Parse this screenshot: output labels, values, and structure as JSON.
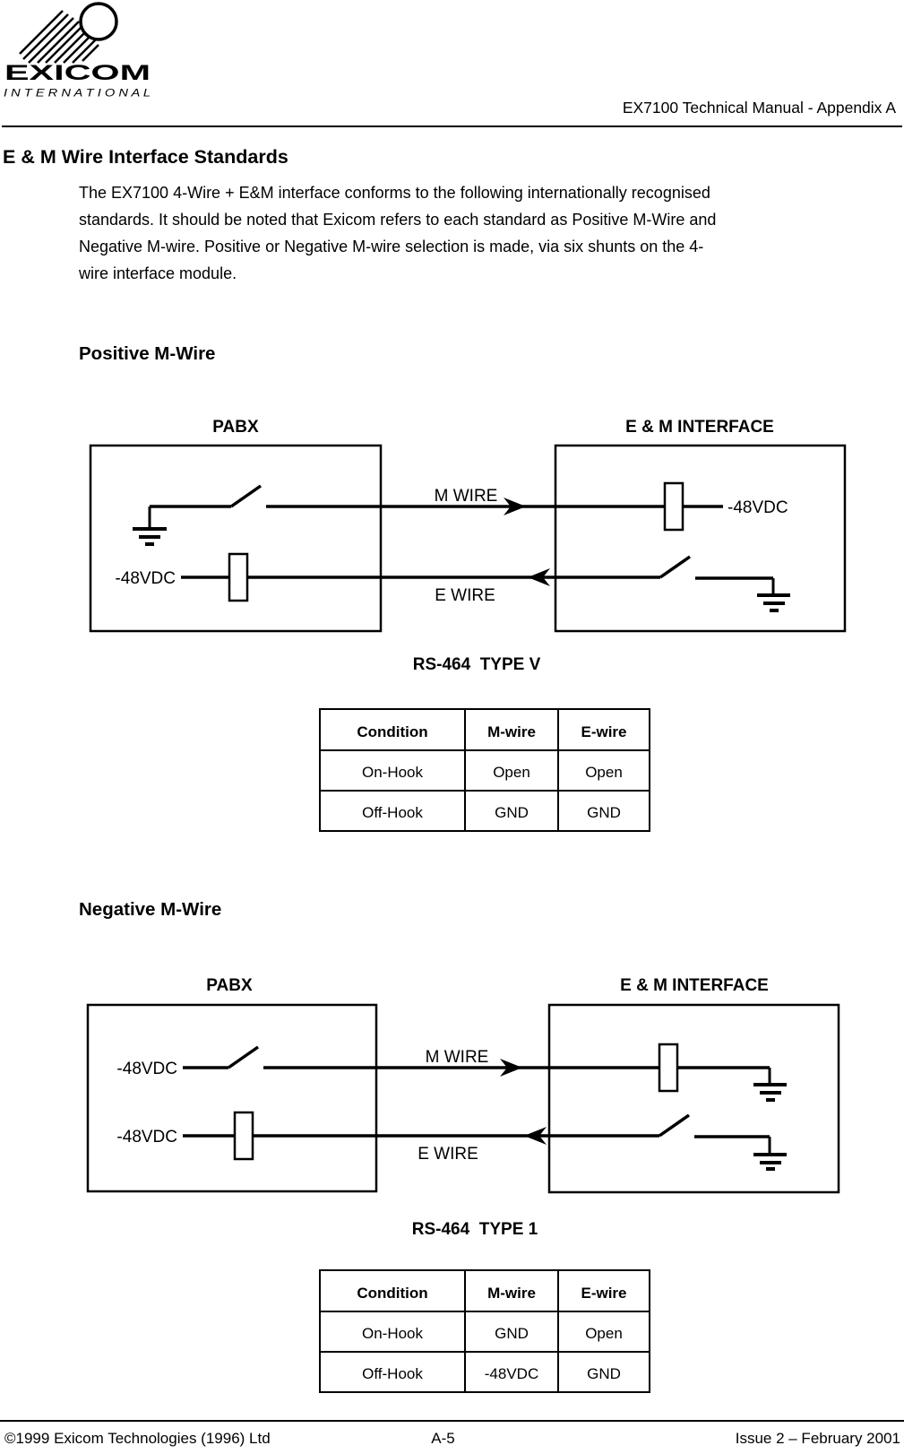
{
  "header": {
    "logo": {
      "name": "EXICOM",
      "subtitle": "I N T E R N A T I O N A L"
    },
    "doc_title": "EX7100 Technical Manual - Appendix A"
  },
  "intro": {
    "heading": "E & M Wire Interface Standards",
    "lines": [
      "The EX7100 4-Wire + E&M interface conforms to the following internationally recognised",
      "standards. It should be noted that Exicom refers to each standard as Positive M-Wire and",
      "Negative M-wire. Positive or Negative M-wire selection is made, via six shunts on the 4-",
      "wire interface module."
    ]
  },
  "positive": {
    "heading": "Positive M-Wire",
    "diagram": {
      "pabx_label": "PABX",
      "interface_label": "E & M INTERFACE",
      "m_wire_label": "M WIRE",
      "e_wire_label": "E WIRE",
      "pabx_supply": "-48VDC",
      "interface_supply": "-48VDC",
      "caption": "RS-464  TYPE V"
    },
    "table": {
      "headers": [
        "Condition",
        "M-wire",
        "E-wire"
      ],
      "rows": [
        [
          "On-Hook",
          "Open",
          "Open"
        ],
        [
          "Off-Hook",
          "GND",
          "GND"
        ]
      ]
    }
  },
  "negative": {
    "heading": "Negative M-Wire",
    "diagram": {
      "pabx_label": "PABX",
      "interface_label": "E & M INTERFACE",
      "m_wire_label": "M WIRE",
      "e_wire_label": "E WIRE",
      "pabx_m_supply": "-48VDC",
      "pabx_e_supply": "-48VDC",
      "caption": "RS-464  TYPE 1"
    },
    "table": {
      "headers": [
        "Condition",
        "M-wire",
        "E-wire"
      ],
      "rows": [
        [
          "On-Hook",
          "GND",
          "Open"
        ],
        [
          "Off-Hook",
          "-48VDC",
          "GND"
        ]
      ]
    }
  },
  "footer": {
    "copyright": "©1999 Exicom Technologies (1996) Ltd",
    "page_number": "A-5",
    "issue": "Issue 2 – February 2001"
  }
}
